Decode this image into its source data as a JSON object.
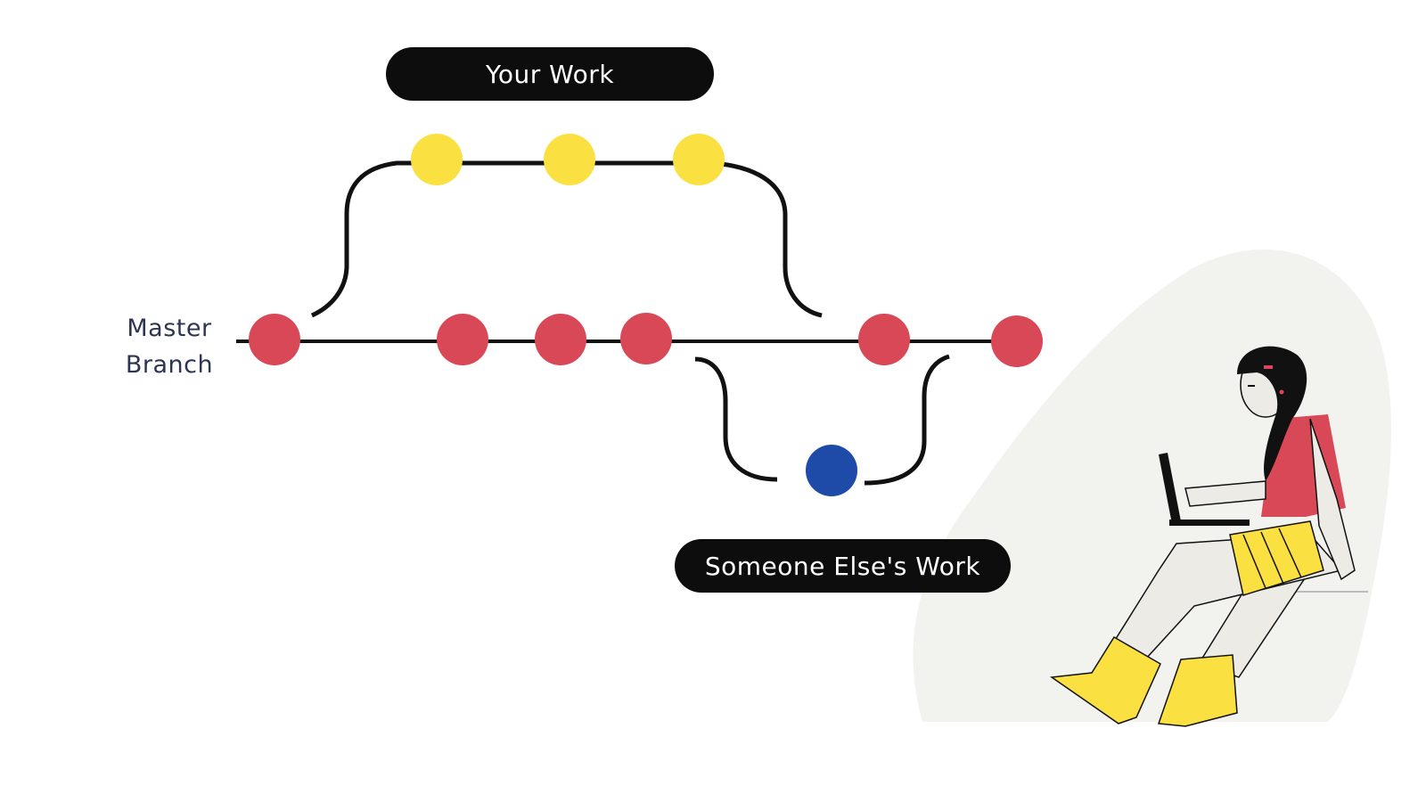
{
  "labels": {
    "your_work": "Your Work",
    "someone_else_work": "Someone Else's Work",
    "branch_line1": "Master",
    "branch_line2": "Branch"
  },
  "colors": {
    "master_commit": "#d94856",
    "your_work_commit": "#fbe042",
    "someone_else_commit": "#1e4aa8",
    "line": "#111111",
    "pill_background": "#0d0d0d",
    "pill_text": "#ffffff",
    "label_text": "#2d3650",
    "illustration_backdrop": "#f2f2ef"
  },
  "illustration": {
    "subject": "woman-with-laptop-illustration"
  }
}
